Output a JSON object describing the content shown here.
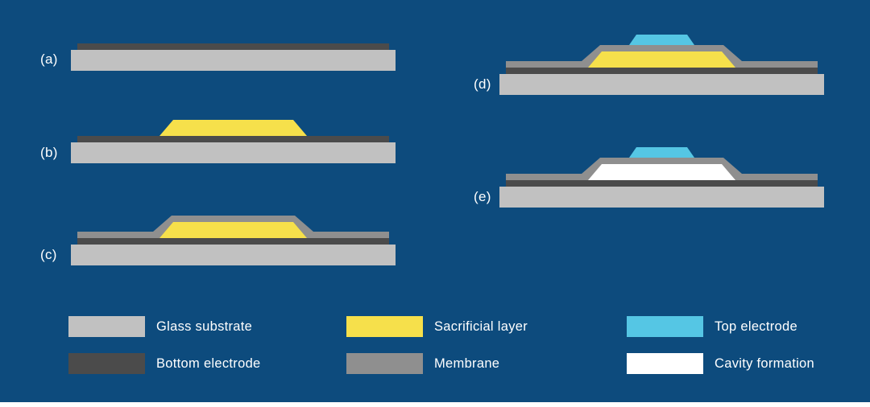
{
  "colors": {
    "background": "#0d4b7d",
    "glass": "#c1c1c1",
    "bottom_electrode": "#4b4b4b",
    "sacrificial": "#f6e04b",
    "membrane": "#8f8f8f",
    "top_electrode": "#55c6e4",
    "cavity": "#ffffff",
    "strip": "#ffffff",
    "text": "#ffffff"
  },
  "panels": [
    {
      "id": "a",
      "label": "(a)",
      "layers": [
        "glass_substrate",
        "bottom_electrode"
      ]
    },
    {
      "id": "b",
      "label": "(b)",
      "layers": [
        "glass_substrate",
        "bottom_electrode",
        "sacrificial_layer"
      ]
    },
    {
      "id": "c",
      "label": "(c)",
      "layers": [
        "glass_substrate",
        "bottom_electrode",
        "sacrificial_layer",
        "membrane"
      ]
    },
    {
      "id": "d",
      "label": "(d)",
      "layers": [
        "glass_substrate",
        "bottom_electrode",
        "sacrificial_layer",
        "membrane",
        "top_electrode"
      ]
    },
    {
      "id": "e",
      "label": "(e)",
      "layers": [
        "glass_substrate",
        "bottom_electrode",
        "cavity",
        "membrane",
        "top_electrode"
      ]
    }
  ],
  "legend": [
    {
      "color": "glass",
      "label": "Glass substrate"
    },
    {
      "color": "bottom_electrode",
      "label": "Bottom electrode"
    },
    {
      "color": "sacrificial",
      "label": "Sacrificial layer"
    },
    {
      "color": "membrane",
      "label": "Membrane"
    },
    {
      "color": "top_electrode",
      "label": "Top electrode"
    },
    {
      "color": "cavity",
      "label": "Cavity formation"
    }
  ]
}
